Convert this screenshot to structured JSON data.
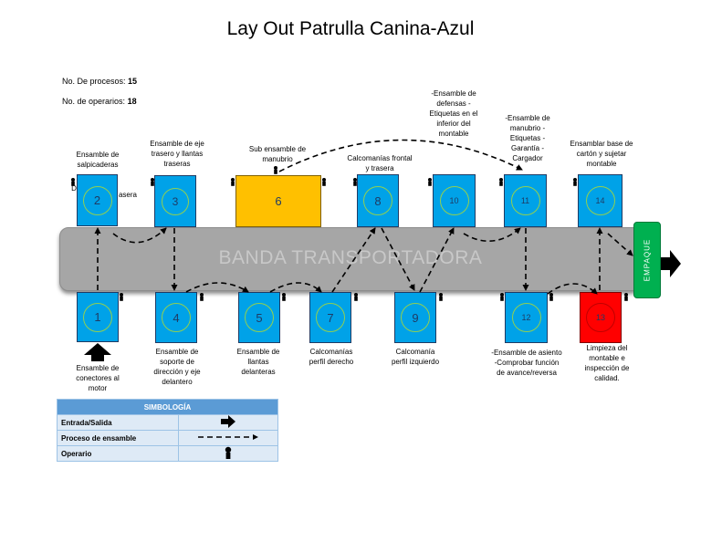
{
  "title": "Lay Out Patrulla Canina-Azul",
  "stats": {
    "processes_label": "No. De procesos:",
    "processes_value": "15",
    "operators_label": "No. de operarios:",
    "operators_value": "18"
  },
  "belt_label": "BANDA TRANSPORTADORA",
  "empaque_label": "EMPAQUE",
  "stations": {
    "s1": "1",
    "s2": "2",
    "s3": "3",
    "s4": "4",
    "s5": "5",
    "s6": "6",
    "s7": "7",
    "s8": "8",
    "s9": "9",
    "s10": "10",
    "s11": "11",
    "s12": "12",
    "s13": "13",
    "s14": "14"
  },
  "labels": {
    "l1": "Ensamble de conectores al motor",
    "l2": "Ensamble de salpicaderas",
    "l2b": "D",
    "l2c": "asera",
    "l3": "Ensamble de eje trasero y llantas traseras",
    "l4": "Ensamble de soporte de dirección y eje delantero",
    "l5": "Ensamble de llantas delanteras",
    "l6": "Sub ensamble de manubrio",
    "l7": "Calcomanías perfil derecho",
    "l8": "Calcomanías frontal y trasera",
    "l9": "Calcomanía perfil izquierdo",
    "l10": "-Ensamble de defensas -Etiquetas en el inferior del montable",
    "l11": "-Ensamble de manubrio -Etiquetas -Garantía -Cargador",
    "l12": "-Ensamble de asiento -Comprobar función de avance/reversa",
    "l13": "Limpieza del montable e inspección de calidad.",
    "l14": "Ensamblar base de cartón y sujetar montable"
  },
  "legend": {
    "header": "SIMBOLOGÍA",
    "rows": [
      "Entrada/Salida",
      "Proceso de ensamble",
      "Operario"
    ]
  },
  "colors": {
    "station": "#00a2e8",
    "station_highlight": "#ffc000",
    "station_quality": "#ff0000",
    "belt": "#a6a6a6",
    "empaque": "#00b050",
    "legend_header": "#5b9bd5"
  }
}
